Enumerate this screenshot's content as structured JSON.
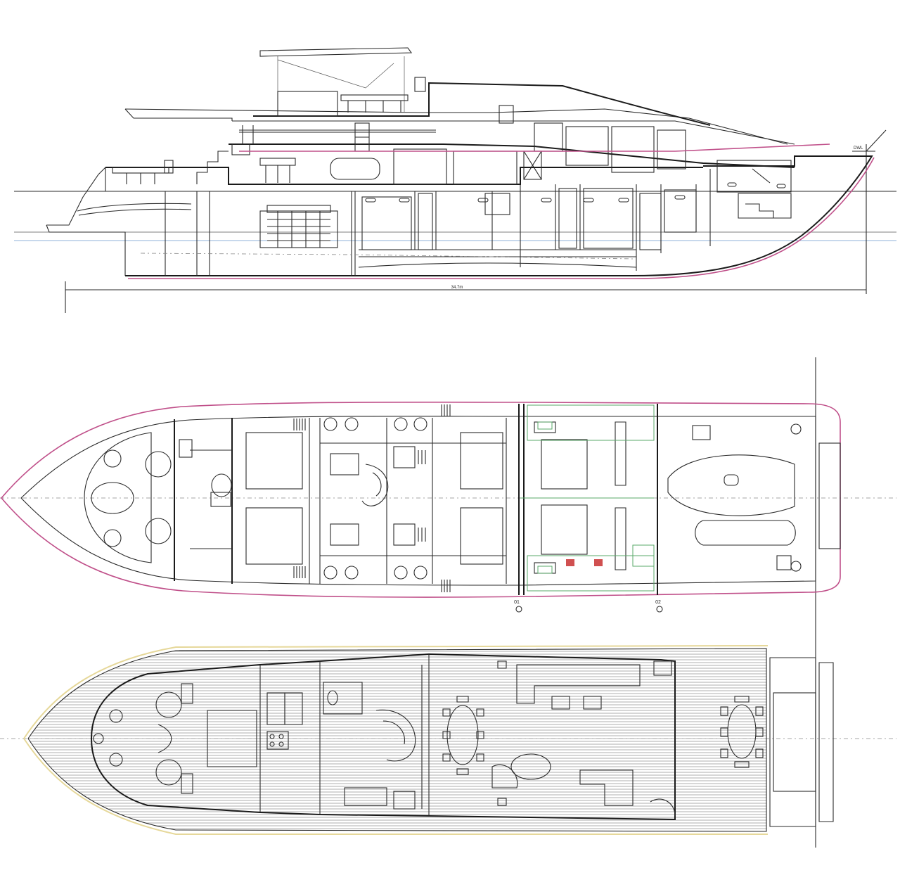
{
  "drawing": {
    "views": [
      {
        "id": "profile-section"
      },
      {
        "id": "lower-deck-plan"
      },
      {
        "id": "main-deck-plan"
      }
    ],
    "labels": {
      "overall_length": "34.7m",
      "draft_marker": "DWL",
      "section_mark_a": "01",
      "section_mark_b": "02"
    },
    "colors": {
      "line": "#2a2a2a",
      "hull_outline": "#c0508a",
      "centerline": "#8fb0d8",
      "systems": "#5aa86a",
      "teak_deck": "#9a9a9a"
    }
  }
}
